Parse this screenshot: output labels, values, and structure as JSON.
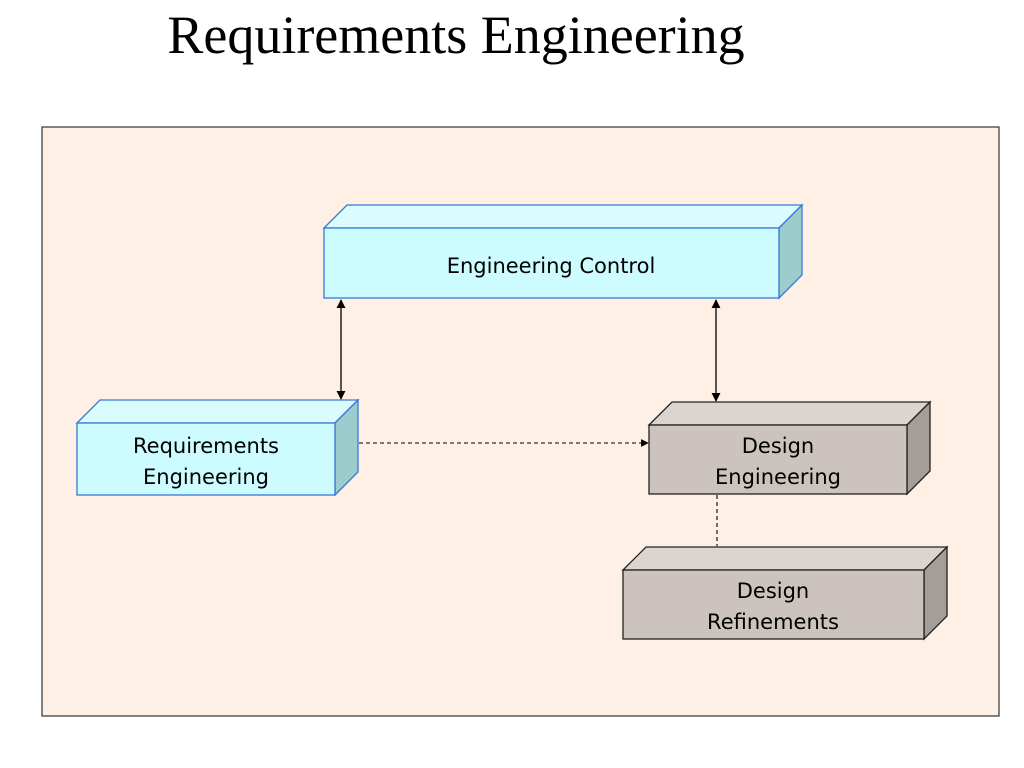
{
  "slide": {
    "title": "Requirements Engineering"
  },
  "diagram": {
    "colors": {
      "panel_fill": "#fef0e4",
      "panel_border": "#333333",
      "cyan_front": "#ccfcff",
      "cyan_top": "#dafcff",
      "cyan_side": "#9ccccc",
      "cyan_border": "#3a78d8",
      "gray_front": "#ccc3be",
      "gray_top": "#dcd4cf",
      "gray_side": "#a49d98",
      "gray_border": "#222222"
    },
    "boxes": {
      "engineering_control": {
        "line1": "Engineering Control"
      },
      "requirements_engineering": {
        "line1": "Requirements",
        "line2": "Engineering"
      },
      "design_engineering": {
        "line1": "Design",
        "line2": "Engineering"
      },
      "design_refinements": {
        "line1": "Design",
        "line2": "Refinements"
      }
    },
    "connectors": [
      {
        "from": "engineering_control",
        "to": "requirements_engineering",
        "style": "solid",
        "arrows": "both"
      },
      {
        "from": "engineering_control",
        "to": "design_engineering",
        "style": "solid",
        "arrows": "both"
      },
      {
        "from": "requirements_engineering",
        "to": "design_engineering",
        "style": "dashed",
        "arrows": "end"
      },
      {
        "from": "design_engineering",
        "to": "design_refinements",
        "style": "dashed",
        "arrows": "none"
      }
    ]
  }
}
